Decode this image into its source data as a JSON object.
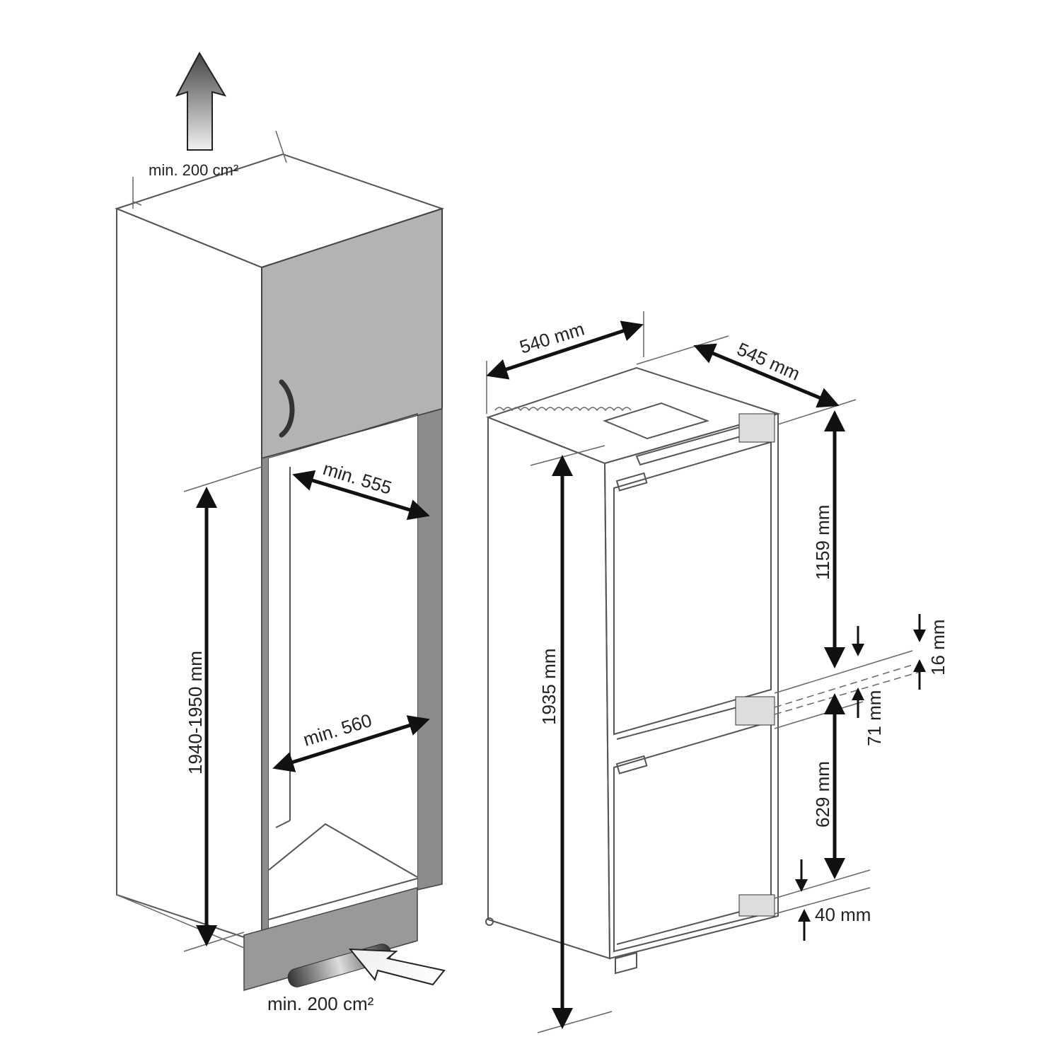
{
  "diagram": {
    "title_labels": {
      "top_vent": "min. 200 cm²",
      "bottom_vent": "min. 200 cm²"
    },
    "niche": {
      "depth": "min. 555",
      "width": "min. 560",
      "height": "1940-1950 mm"
    },
    "appliance": {
      "width": "540 mm",
      "depth": "545 mm",
      "height": "1935 mm",
      "upper_door": "1159 mm",
      "lower_door": "629 mm",
      "gap_upper": "16 mm",
      "gap_middle": "71 mm",
      "bottom_gap": "40 mm"
    },
    "colors": {
      "panel_gray": "#b3b3b3",
      "frame_gray": "#8c8c8c",
      "line": "#555555",
      "arrow": "#111111"
    }
  }
}
